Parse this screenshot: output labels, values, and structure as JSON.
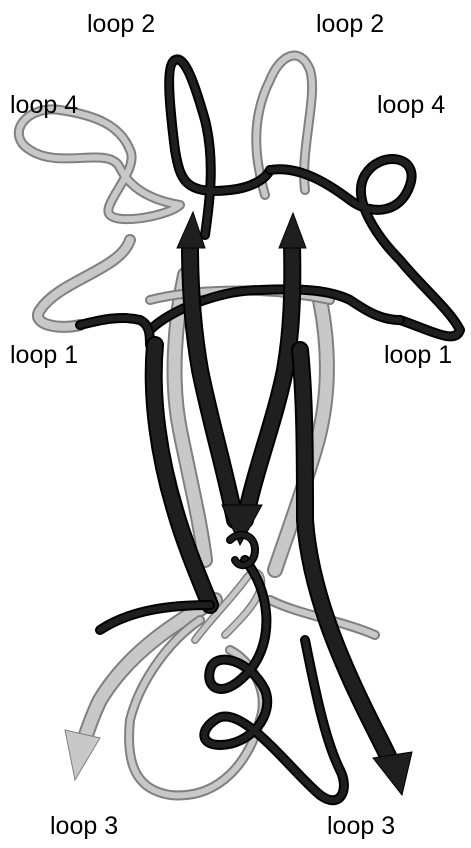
{
  "labels": {
    "loop2_left": "loop 2",
    "loop2_right": "loop 2",
    "loop4_left": "loop 4",
    "loop4_right": "loop 4",
    "loop1_left": "loop 1",
    "loop1_right": "loop 1",
    "loop3_left": "loop 3",
    "loop3_right": "loop 3"
  },
  "colors": {
    "chain_a": "#1f1f1f",
    "chain_b": "#c8c8c8",
    "background": "#ffffff"
  }
}
